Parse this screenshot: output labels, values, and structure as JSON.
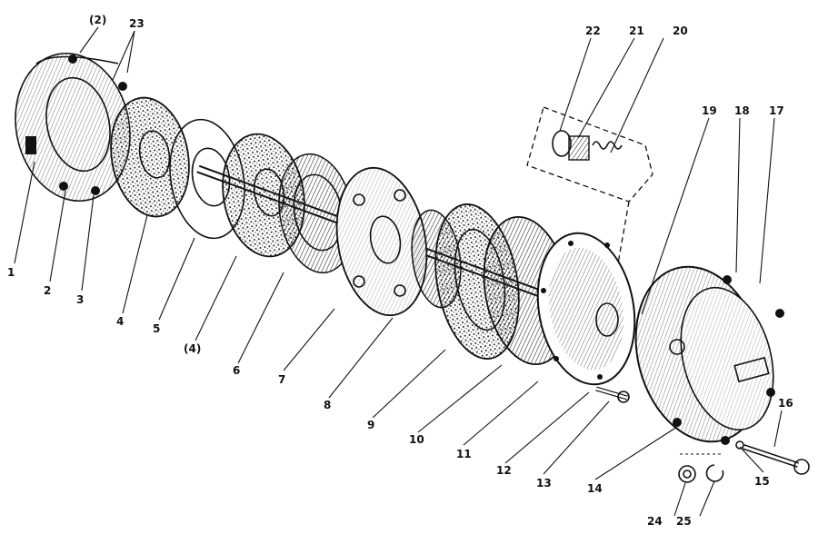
{
  "diagram": {
    "type": "exploded-parts-view",
    "ink_color": "#111111",
    "background": "#ffffff",
    "callouts": [
      {
        "id": "c1",
        "text": "1"
      },
      {
        "id": "c2",
        "text": "2"
      },
      {
        "id": "c3",
        "text": "3"
      },
      {
        "id": "c4",
        "text": "4"
      },
      {
        "id": "c5",
        "text": "5"
      },
      {
        "id": "c4b",
        "text": "(4)"
      },
      {
        "id": "c6",
        "text": "6"
      },
      {
        "id": "c7",
        "text": "7"
      },
      {
        "id": "c8",
        "text": "8"
      },
      {
        "id": "c9",
        "text": "9"
      },
      {
        "id": "c10",
        "text": "10"
      },
      {
        "id": "c11",
        "text": "11"
      },
      {
        "id": "c12",
        "text": "12"
      },
      {
        "id": "c13",
        "text": "13"
      },
      {
        "id": "c14",
        "text": "14"
      },
      {
        "id": "c15",
        "text": "15"
      },
      {
        "id": "c16",
        "text": "16"
      },
      {
        "id": "c17",
        "text": "17"
      },
      {
        "id": "c18",
        "text": "18"
      },
      {
        "id": "c19",
        "text": "19"
      },
      {
        "id": "c20",
        "text": "20"
      },
      {
        "id": "c21",
        "text": "21"
      },
      {
        "id": "c22",
        "text": "22"
      },
      {
        "id": "c23",
        "text": "23"
      },
      {
        "id": "c2b",
        "text": "(2)"
      },
      {
        "id": "c24",
        "text": "24"
      },
      {
        "id": "c25",
        "text": "25"
      }
    ]
  }
}
